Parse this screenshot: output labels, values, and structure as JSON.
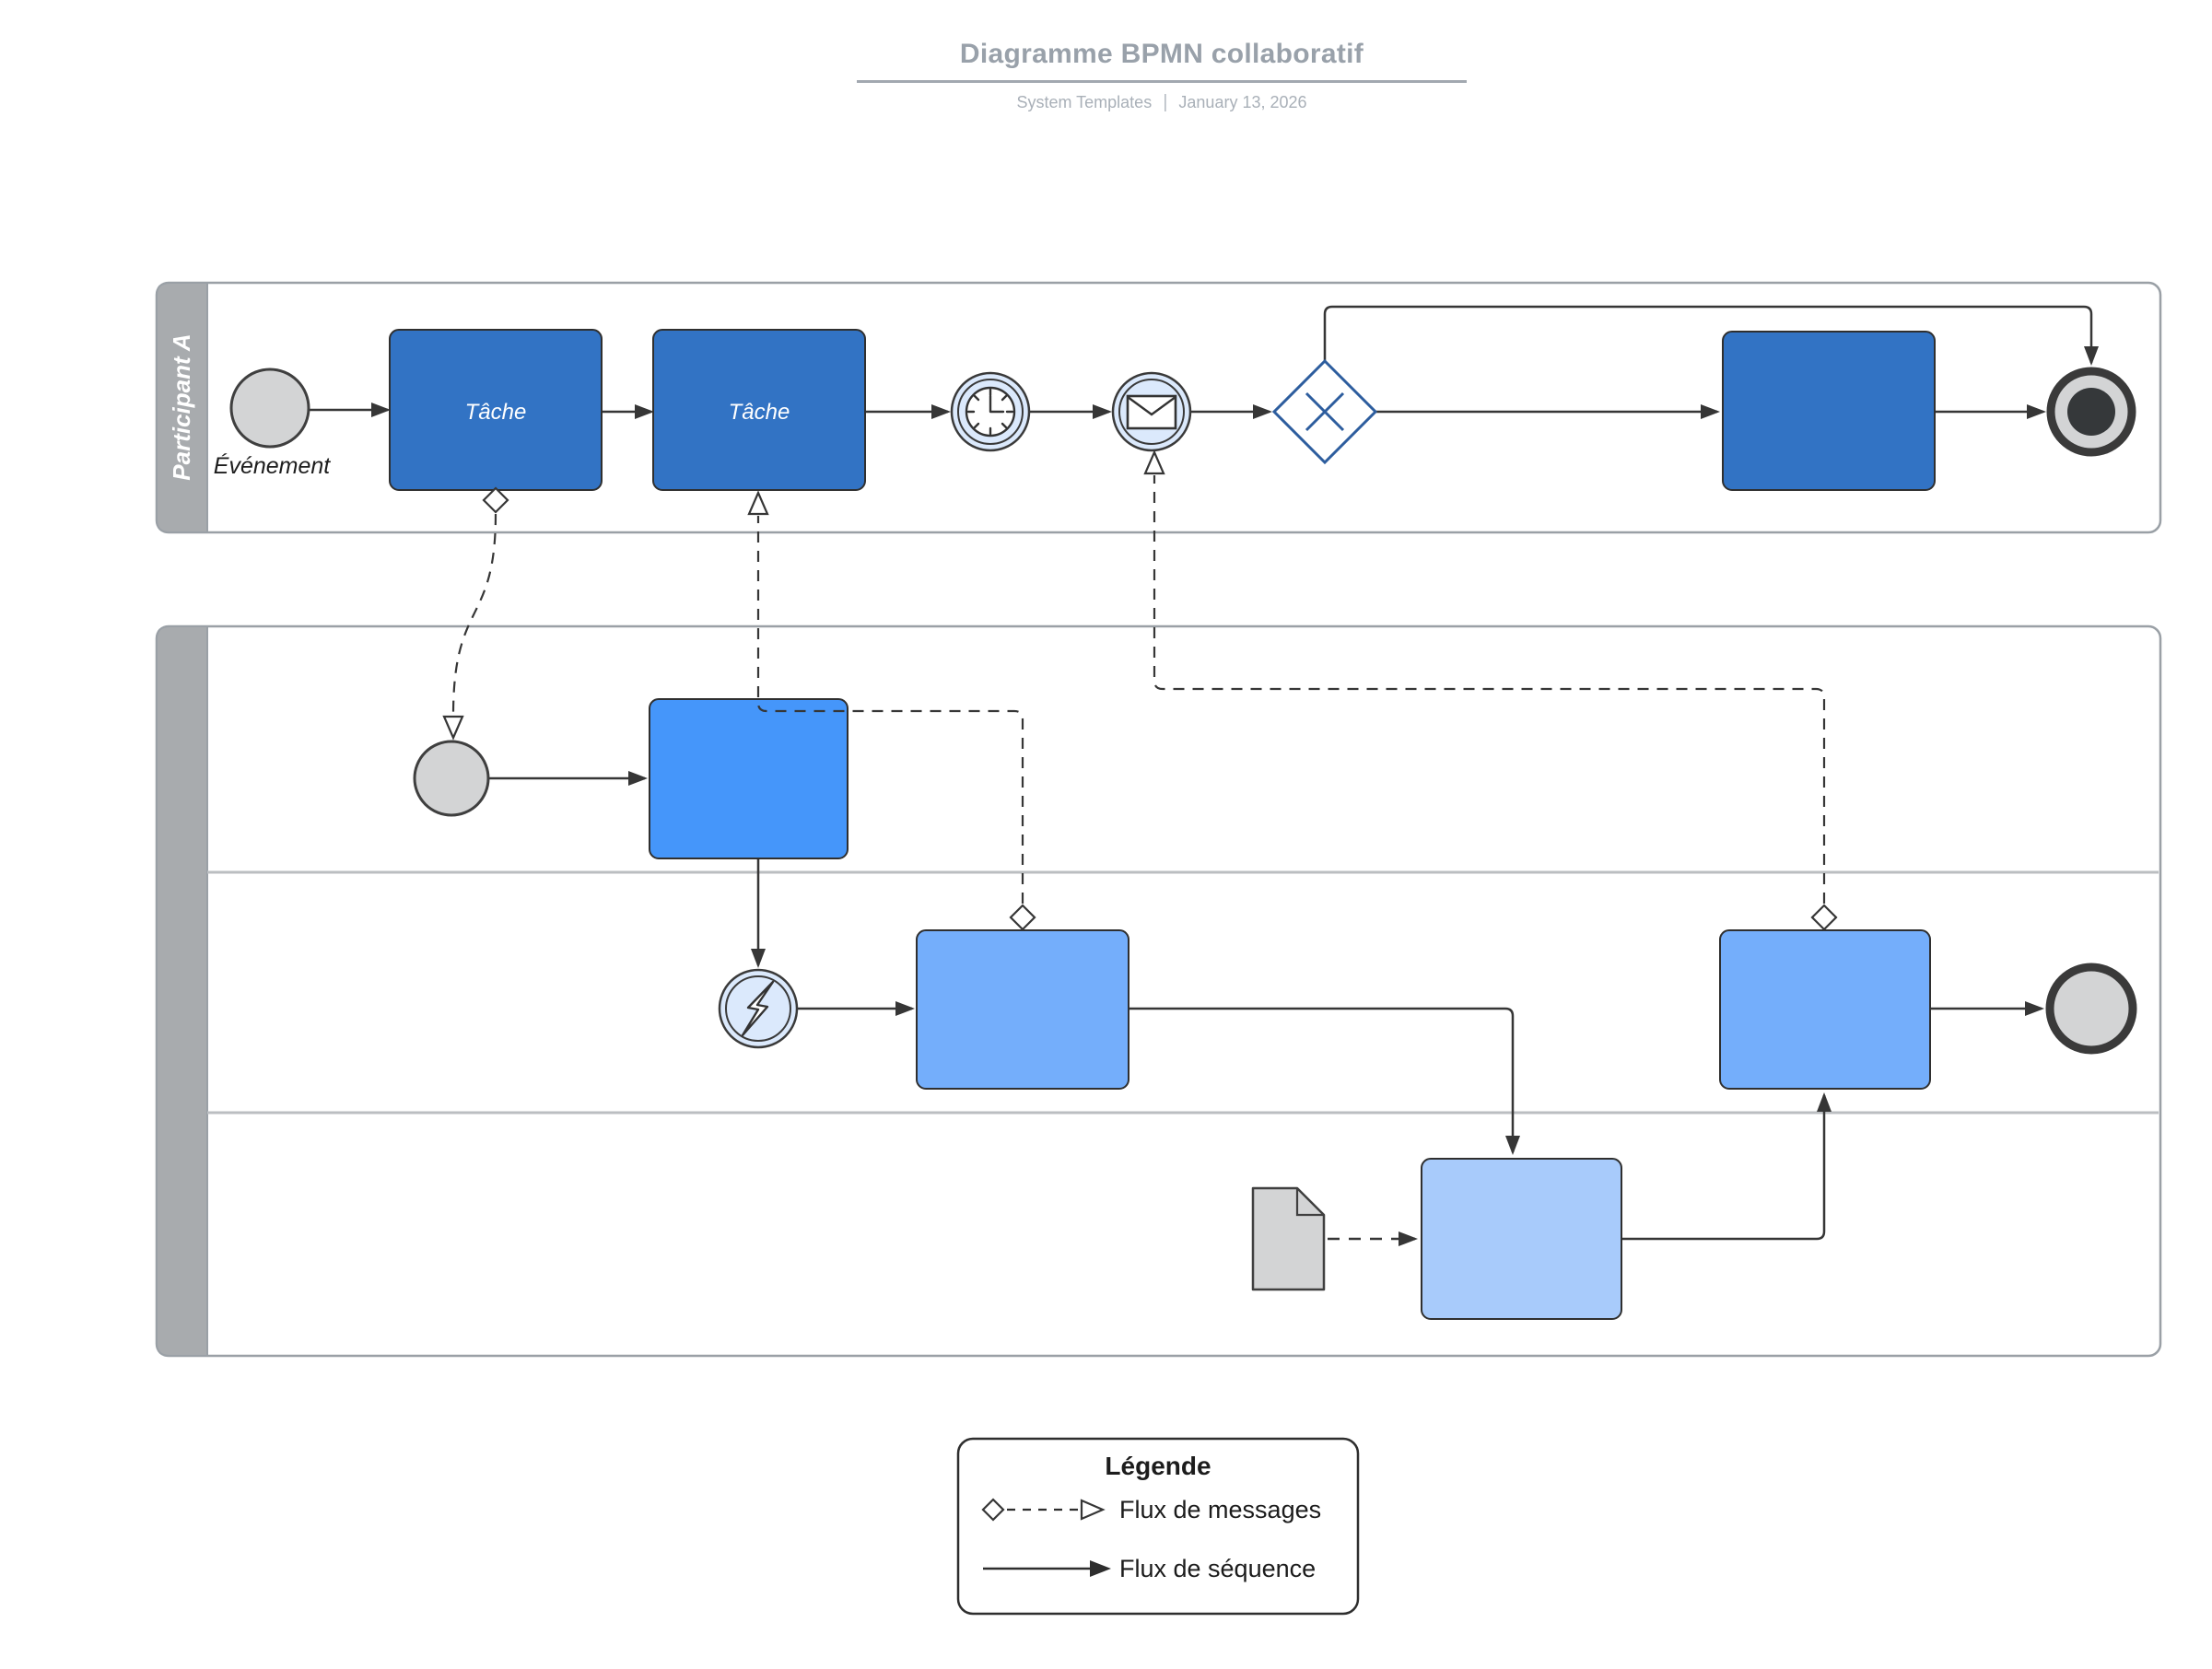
{
  "header": {
    "title": "Diagramme BPMN collaboratif",
    "subtitle": {
      "left": "System Templates",
      "separator": "|",
      "right": "January 13, 2026"
    }
  },
  "pool_a": {
    "label": "Participant A",
    "event_label": "Événement",
    "task1_label": "Tâche",
    "task2_label": "Tâche",
    "task3_label": "",
    "icons": {
      "timer": "clock-icon",
      "message": "envelope-icon",
      "gateway_marker": "x-exclusive-marker"
    }
  },
  "pool_b": {
    "label": "",
    "lane_count": 3,
    "icons": {
      "intermediate": "lightning-icon",
      "data_object": "document-icon"
    }
  },
  "legend": {
    "title": "Légende",
    "message_label": "Flux de messages",
    "sequence_label": "Flux de séquence"
  },
  "palette": {
    "task-dark": "#3273c4",
    "task-medium": "#4596fa",
    "task-light": "#74aefb",
    "task-lighter": "#a8cbfb",
    "event-fill": "#dbe9fc",
    "node-gray": "#d3d4d5",
    "pool-header": "#a8abae",
    "pool-border": "#9aa0a6",
    "lane-divider": "#bbbec1",
    "stroke": "#363636",
    "gateway-stroke": "#2d5d9e",
    "title-color": "#99a1aa",
    "subtitle-color": "#a9b0b8"
  }
}
